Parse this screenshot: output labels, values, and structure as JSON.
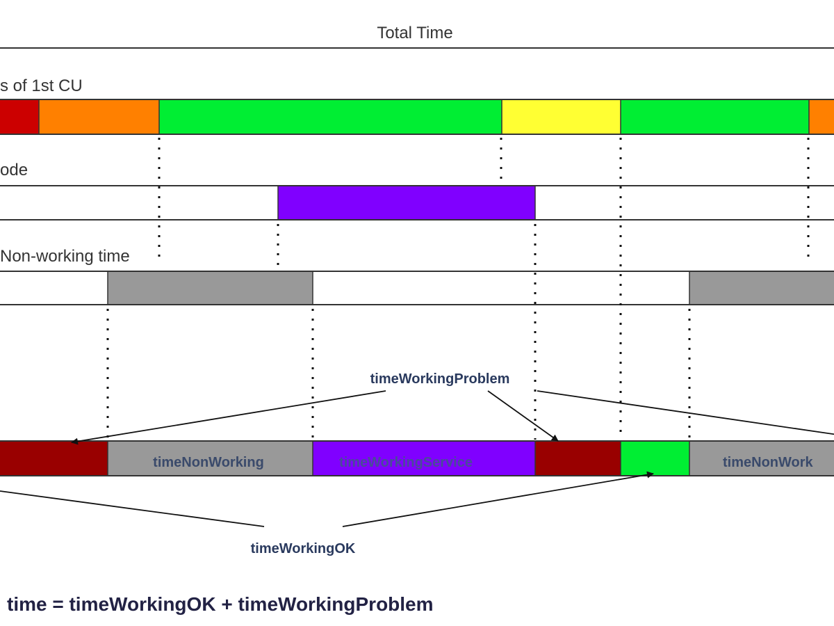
{
  "labels": {
    "total_time": "Total Time",
    "row_status": "s of 1st CU",
    "row_mode": "ode",
    "row_nonworking": "Non-working time"
  },
  "segment_labels": {
    "non_working": "timeNonWorking",
    "working_service": "timeWorkingService",
    "non_working_2": "timeNonWork"
  },
  "annotations": {
    "working_problem": "timeWorkingProblem",
    "working_ok": "timeWorkingOK"
  },
  "formula": "time = timeWorkingOK + timeWorkingProblem",
  "colors": {
    "dark_red": "#990000",
    "orange": "#ff8000",
    "green": "#00ee33",
    "yellow": "#ffff33",
    "purple": "#8000ff",
    "gray": "#999999",
    "line": "#333333"
  }
}
